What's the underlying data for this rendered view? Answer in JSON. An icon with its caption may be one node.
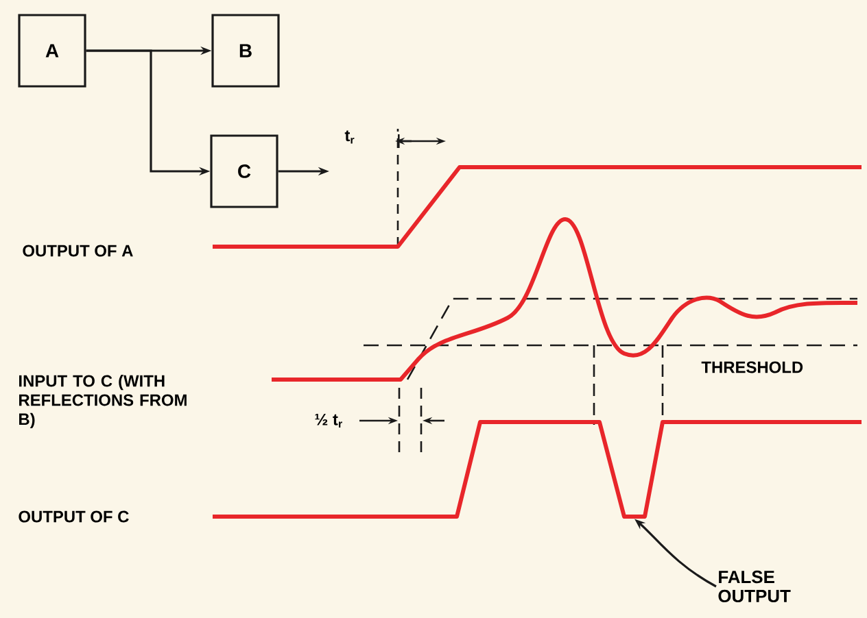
{
  "diagram": {
    "nodes": [
      {
        "text": [
          "A"
        ]
      },
      {
        "text": [
          "B"
        ]
      },
      {
        "text": [
          "C"
        ]
      },
      {
        "text": [
          "FALSE OUTPUT"
        ]
      },
      {
        "text": [],
        "shape": "bar"
      }
    ],
    "edges": [
      {
        "from": 0,
        "to": 1,
        "arrow": "to"
      },
      {
        "from": 0,
        "to": 2,
        "arrow": "to"
      },
      {
        "from": 2,
        "to": null,
        "arrow": "to"
      },
      {
        "from": 3,
        "to": 4,
        "arrow": "to"
      }
    ],
    "labels": [
      "t$_{r}$",
      "OUTPUT OF A",
      "INPUT TO C (WITH REFLECTIONS FROM B)",
      "THRESHOLD",
      "½ t$_{r}$",
      "OUTPUT OF C"
    ]
  }
}
